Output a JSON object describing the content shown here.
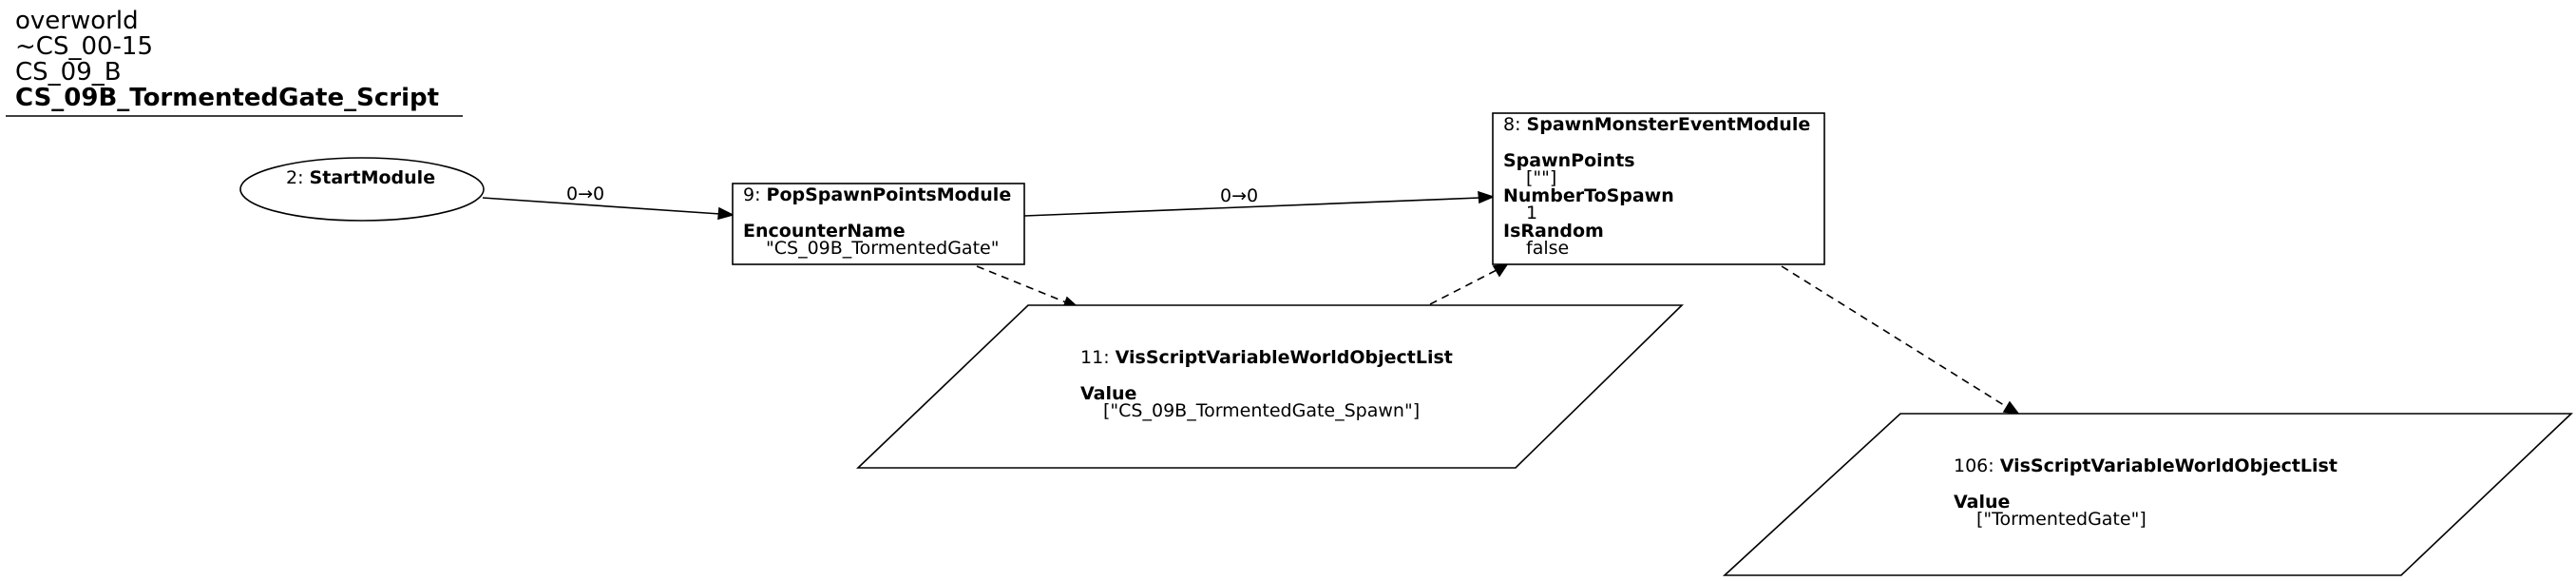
{
  "header": {
    "lines": [
      "overworld",
      "~CS_00-15",
      "CS_09_B"
    ],
    "script_name": "CS_09B_TormentedGate_Script"
  },
  "nodes": {
    "start": {
      "id": "2",
      "type": "StartModule"
    },
    "pop_spawn": {
      "id": "9",
      "type": "PopSpawnPointsModule",
      "props": [
        {
          "name": "EncounterName",
          "value": "\"CS_09B_TormentedGate\""
        }
      ]
    },
    "spawn_monster": {
      "id": "8",
      "type": "SpawnMonsterEventModule",
      "props": [
        {
          "name": "SpawnPoints",
          "value": "[\"\"]"
        },
        {
          "name": "NumberToSpawn",
          "value": "1"
        },
        {
          "name": "IsRandom",
          "value": "false"
        }
      ]
    },
    "var_11": {
      "id": "11",
      "type": "VisScriptVariableWorldObjectList",
      "props": [
        {
          "name": "Value",
          "value": "[\"CS_09B_TormentedGate_Spawn\"]"
        }
      ]
    },
    "var_106": {
      "id": "106",
      "type": "VisScriptVariableWorldObjectList",
      "props": [
        {
          "name": "Value",
          "value": "[\"TormentedGate\"]"
        }
      ]
    }
  },
  "edges": {
    "start_to_pop": "0→0",
    "pop_to_spawn": "0→0"
  }
}
